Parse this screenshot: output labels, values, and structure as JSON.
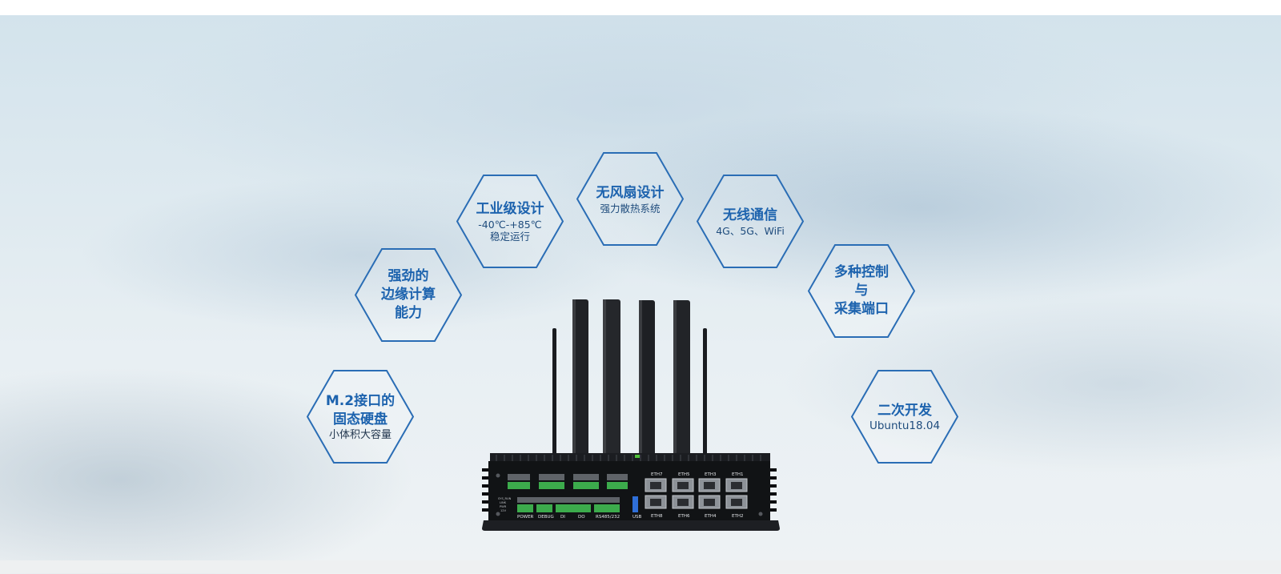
{
  "features": [
    {
      "id": "industrial",
      "title": "工业级设计",
      "lines": [
        "-40℃-+85℃",
        "稳定运行"
      ]
    },
    {
      "id": "fanless",
      "title": "无风扇设计",
      "lines": [
        "强力散热系统"
      ]
    },
    {
      "id": "wireless",
      "title": "无线通信",
      "lines": [
        "4G、5G、WiFi"
      ]
    },
    {
      "id": "edge",
      "title": "强劲的\n边缘计算\n能力",
      "lines": []
    },
    {
      "id": "control",
      "title": "多种控制\n与\n采集端口",
      "lines": []
    },
    {
      "id": "ssd",
      "title": "M.2接口的\n固态硬盘",
      "lines": [
        "小体积大容量"
      ]
    },
    {
      "id": "dev",
      "title": "二次开发",
      "lines": [
        "Ubuntu18.04"
      ]
    }
  ],
  "device": {
    "ports_top": [
      "ETH7",
      "ETH5",
      "ETH3",
      "ETH1"
    ],
    "ports_bottom": [
      "ETH8",
      "ETH6",
      "ETH4",
      "ETH2"
    ],
    "labels_bottom": [
      "POWER",
      "DEBUG",
      "DI",
      "DO",
      "RS485/232",
      "USB"
    ],
    "status_labels": [
      "SYS_RUN",
      "LINK",
      "PWR",
      "12V"
    ]
  },
  "colors": {
    "accent": "#1d63ae",
    "hex_stroke": "#2a6db5"
  }
}
